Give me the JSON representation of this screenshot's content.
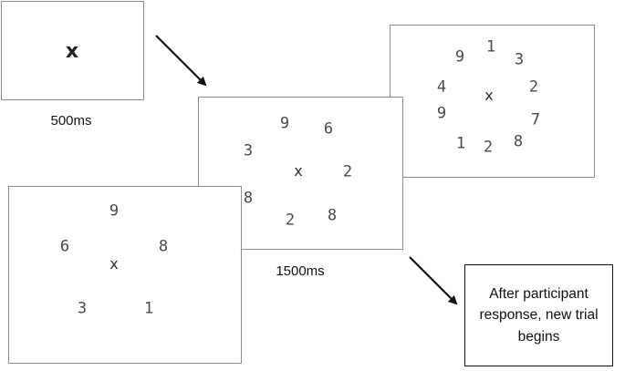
{
  "screens": {
    "first": {
      "fixation": "x"
    },
    "second": {
      "fixation": "x",
      "digits": [
        "9",
        "6",
        "3",
        "2",
        "8",
        "2",
        "8"
      ]
    },
    "third": {
      "fixation": "x",
      "digits": [
        "9",
        "1",
        "3",
        "4",
        "2",
        "9",
        "7",
        "1",
        "2",
        "8"
      ]
    },
    "fourth": {
      "fixation": "x",
      "digits": [
        "9",
        "6",
        "8",
        "3",
        "1"
      ]
    }
  },
  "captions": {
    "first_duration": "500ms",
    "second_duration": "1500ms"
  },
  "final_box": {
    "text": "After participant response, new trial begins"
  }
}
